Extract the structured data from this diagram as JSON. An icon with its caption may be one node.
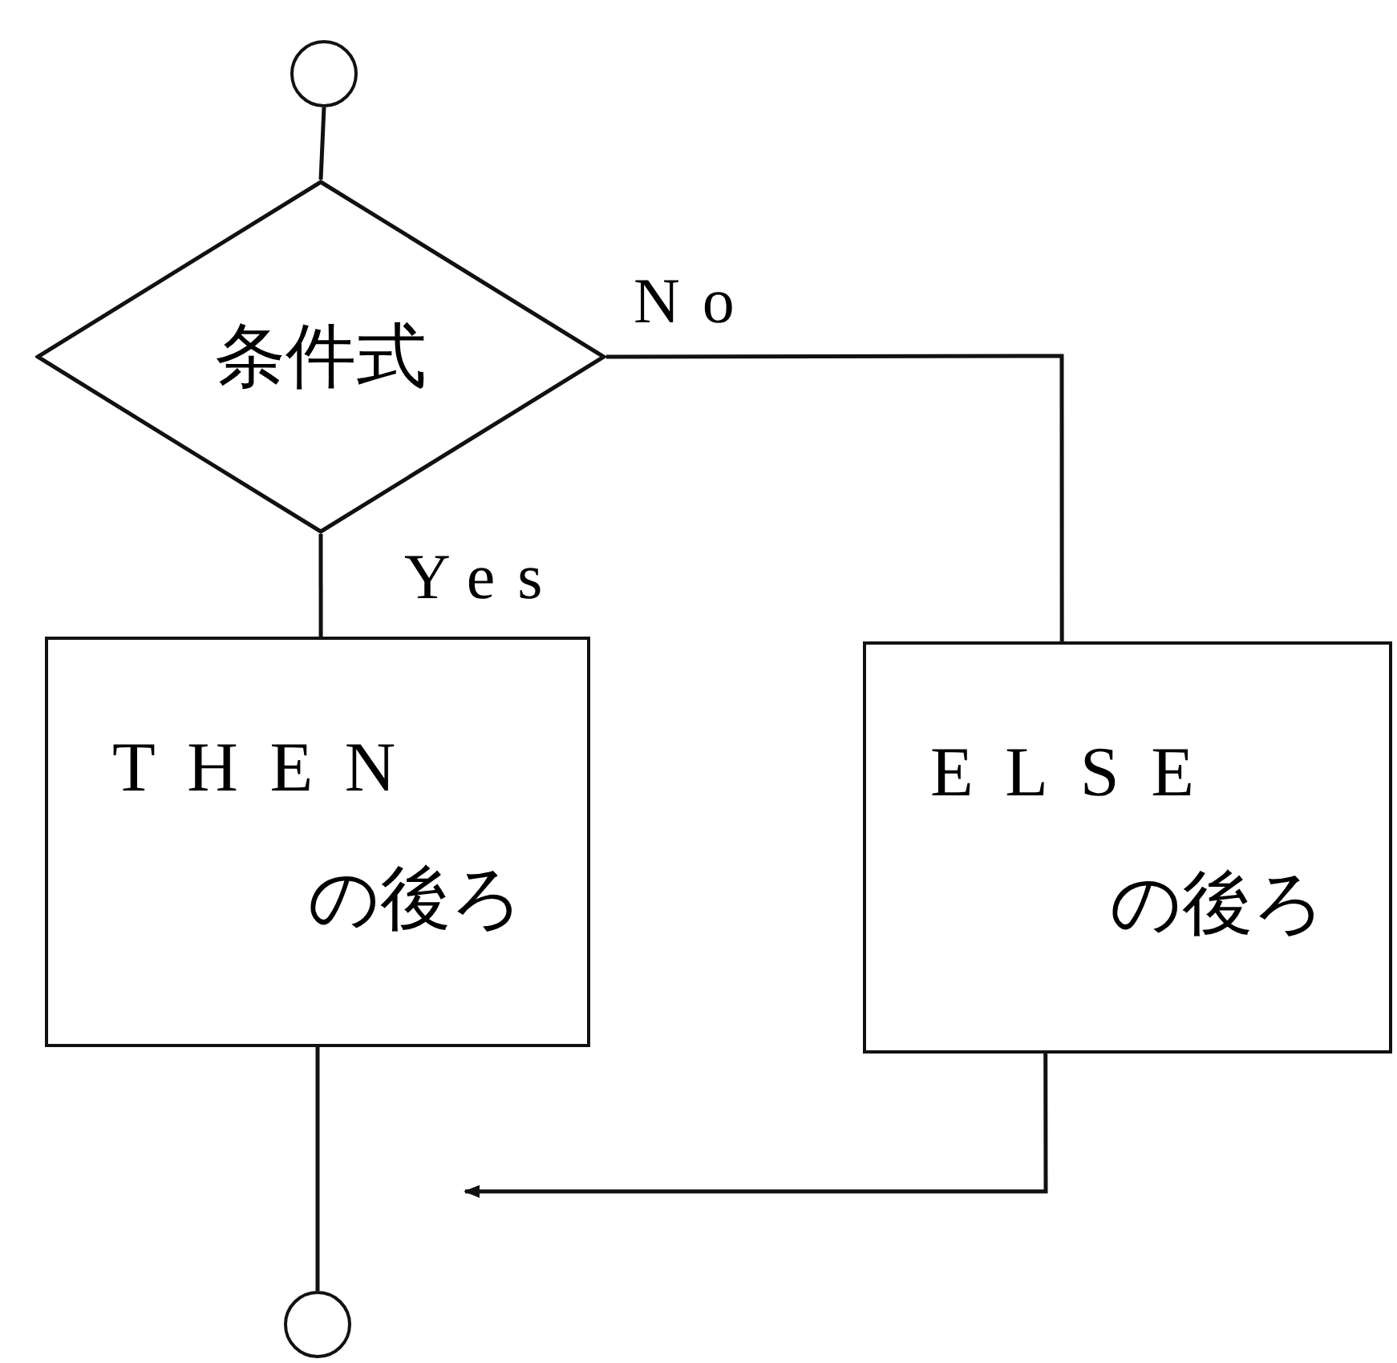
{
  "diagram": {
    "nodes": [
      {
        "text": [],
        "shape": "circle"
      },
      {
        "text": [
          "条件式"
        ]
      },
      {
        "text": [
          "THEN",
          "の後ろ"
        ]
      },
      {
        "text": [
          "ELSE",
          "の後ろ"
        ]
      },
      {
        "text": [],
        "shape": "circle"
      }
    ],
    "edges": [
      {
        "from": 0,
        "to": 1,
        "arrow": "none"
      },
      {
        "from": 1,
        "to": 2,
        "arrow": "none",
        "label": "Yes"
      },
      {
        "from": 1,
        "to": 3,
        "arrow": "none",
        "label": "No"
      },
      {
        "from": 2,
        "to": 4,
        "arrow": "none"
      },
      {
        "from": 3,
        "to": null,
        "arrow": "to"
      }
    ]
  }
}
